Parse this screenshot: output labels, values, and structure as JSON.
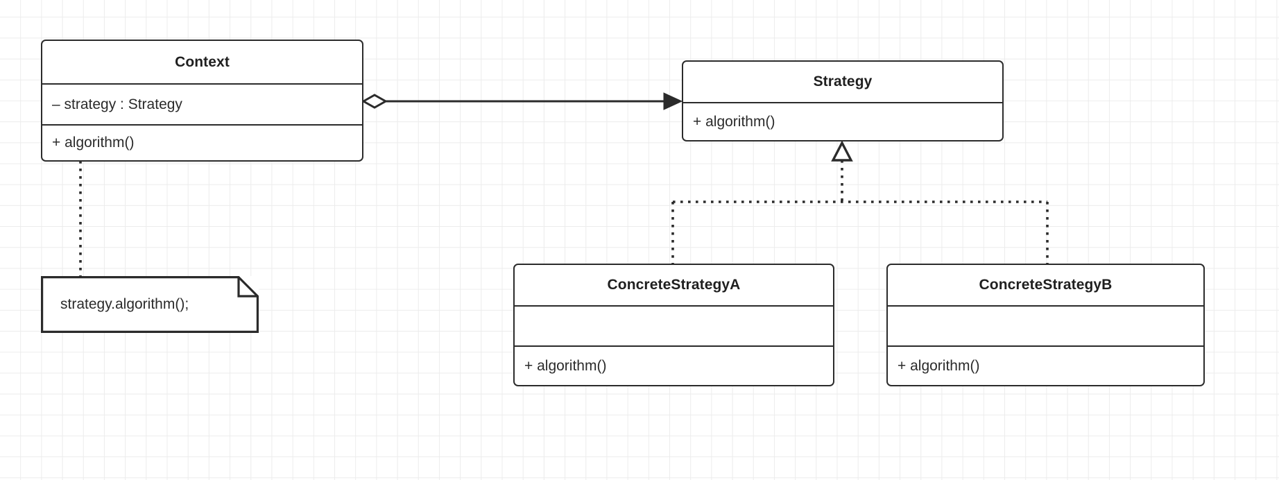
{
  "diagram": {
    "kind": "uml-class-diagram",
    "pattern_name": "Strategy",
    "background": "#ffffff",
    "grid_color": "#ececec",
    "stroke_color": "#2b2b2b",
    "text_color": "#1f1f1f"
  },
  "classes": [
    {
      "id": "context",
      "name": "Context",
      "attributes": [
        "– strategy : Strategy"
      ],
      "operations": [
        "+ algorithm()"
      ]
    },
    {
      "id": "strategy",
      "name": "Strategy",
      "attributes": [],
      "operations": [
        "+ algorithm()"
      ]
    },
    {
      "id": "concrete-strategy-a",
      "name": "ConcreteStrategyA",
      "attributes": [
        ""
      ],
      "operations": [
        "+ algorithm()"
      ]
    },
    {
      "id": "concrete-strategy-b",
      "name": "ConcreteStrategyB",
      "attributes": [
        ""
      ],
      "operations": [
        "+ algorithm()"
      ]
    }
  ],
  "notes": [
    {
      "id": "context-note",
      "text": "strategy.algorithm();",
      "attached_to": "context"
    }
  ],
  "relationships": [
    {
      "id": "context-strategy-aggregation",
      "type": "aggregation",
      "source": "context",
      "target": "strategy",
      "line": "solid",
      "source_marker": "hollow-diamond",
      "target_marker": "filled-arrow"
    },
    {
      "id": "concrete-a-realization",
      "type": "realization",
      "source": "concrete-strategy-a",
      "target": "strategy",
      "line": "dotted",
      "target_marker": "hollow-triangle"
    },
    {
      "id": "concrete-b-realization",
      "type": "realization",
      "source": "concrete-strategy-b",
      "target": "strategy",
      "line": "dotted",
      "target_marker": "hollow-triangle"
    },
    {
      "id": "context-note-link",
      "type": "note-anchor",
      "source": "context",
      "target": "context-note",
      "line": "dotted",
      "target_marker": "none"
    }
  ]
}
